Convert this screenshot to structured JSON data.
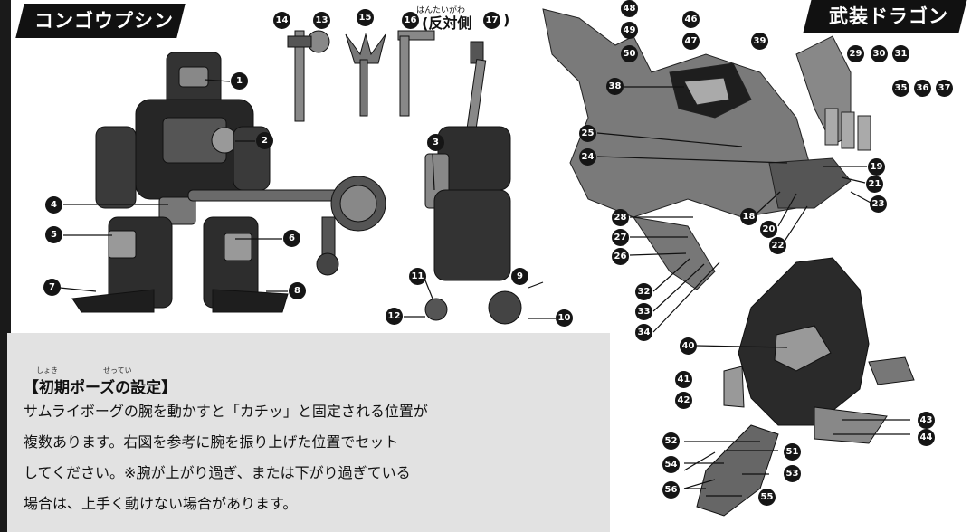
{
  "sections": {
    "left_title": "コンゴウプシン",
    "right_title": "武装ドラゴン"
  },
  "accessory_note": {
    "label": "(反対側",
    "close": ")",
    "ruby": "はんたいがわ"
  },
  "part_numbers": [
    "1",
    "2",
    "3",
    "4",
    "5",
    "6",
    "7",
    "8",
    "9",
    "10",
    "11",
    "12",
    "13",
    "14",
    "15",
    "16",
    "17",
    "18",
    "19",
    "20",
    "21",
    "22",
    "23",
    "24",
    "25",
    "26",
    "27",
    "28",
    "29",
    "30",
    "31",
    "32",
    "33",
    "34",
    "35",
    "36",
    "37",
    "38",
    "39",
    "40",
    "41",
    "42",
    "43",
    "44",
    "46",
    "47",
    "48",
    "49",
    "50",
    "51",
    "52",
    "53",
    "54",
    "55",
    "56"
  ],
  "info": {
    "title": "【初期ポーズの設定】",
    "title_ruby": {
      "shoki": "しょき",
      "settei": "せってい"
    },
    "lines": [
      "サムライボーグの腕を動かすと「カチッ」と固定される位置が",
      "複数あります。右図を参考に腕を振り上げた位置でセット",
      "してください。※腕が上がり過ぎ、または下がり過ぎている",
      "場合は、上手く動けない場合があります。"
    ]
  },
  "colors": {
    "banner": "#111111",
    "panel": "#e2e2e2",
    "arrow": "#555555",
    "badge": "#151515"
  }
}
